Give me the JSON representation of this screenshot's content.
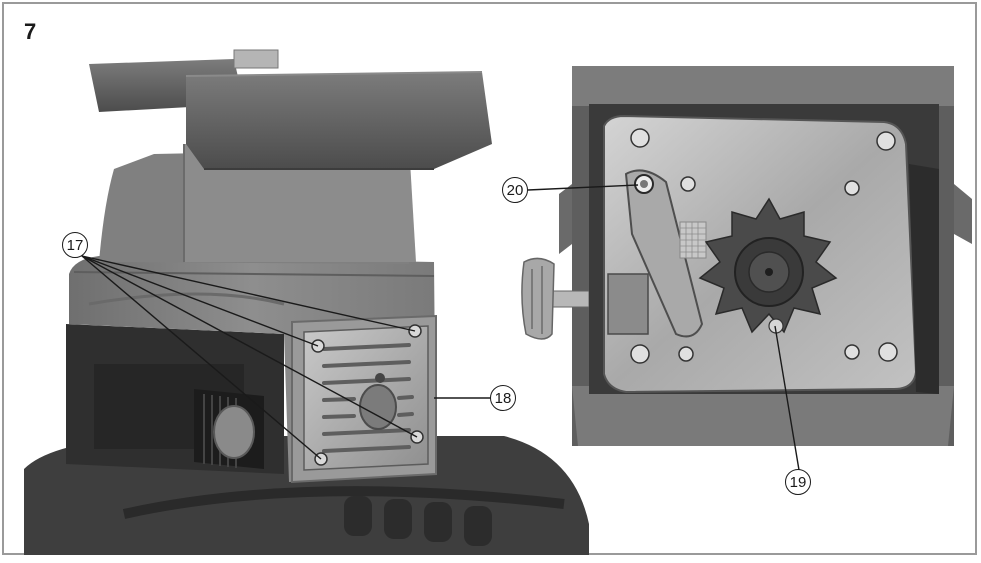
{
  "figure": {
    "number": "7",
    "callouts": {
      "c17": "17",
      "c18": "18",
      "c19": "19",
      "c20": "20"
    }
  }
}
